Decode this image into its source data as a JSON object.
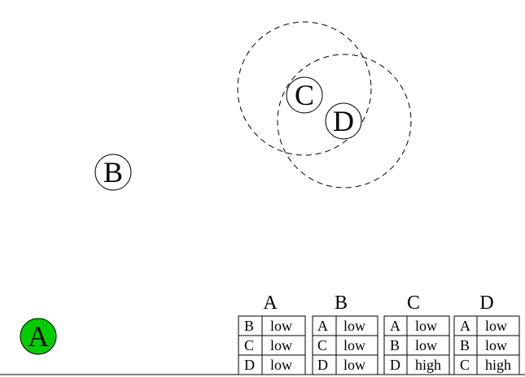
{
  "colors": {
    "highlight_node": "#00cc00",
    "default_node": "#ffffff",
    "stroke": "#000000"
  },
  "nodes": [
    {
      "id": "A",
      "label": "A",
      "highlighted": true
    },
    {
      "id": "B",
      "label": "B",
      "highlighted": false
    },
    {
      "id": "C",
      "label": "C",
      "highlighted": false
    },
    {
      "id": "D",
      "label": "D",
      "highlighted": false
    }
  ],
  "range_circles": [
    "C",
    "D"
  ],
  "tables": [
    {
      "title": "A",
      "rows": [
        [
          "B",
          "low"
        ],
        [
          "C",
          "low"
        ],
        [
          "D",
          "low"
        ]
      ]
    },
    {
      "title": "B",
      "rows": [
        [
          "A",
          "low"
        ],
        [
          "C",
          "low"
        ],
        [
          "D",
          "low"
        ]
      ]
    },
    {
      "title": "C",
      "rows": [
        [
          "A",
          "low"
        ],
        [
          "B",
          "low"
        ],
        [
          "D",
          "high"
        ]
      ]
    },
    {
      "title": "D",
      "rows": [
        [
          "A",
          "low"
        ],
        [
          "B",
          "low"
        ],
        [
          "C",
          "high"
        ]
      ]
    }
  ]
}
